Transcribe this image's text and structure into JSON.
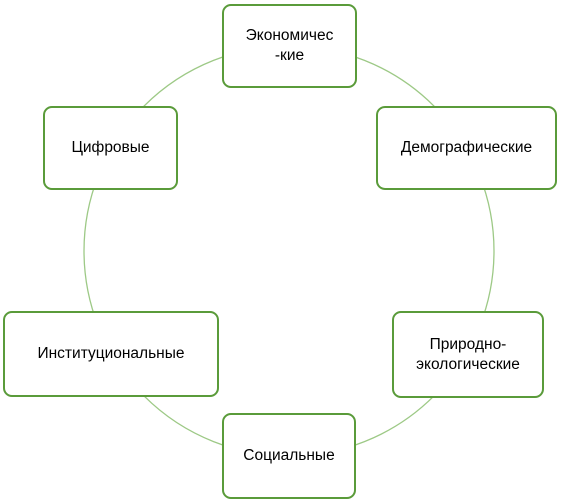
{
  "diagram": {
    "colors": {
      "ring": "#9dc986",
      "node_border": "#5a9b3a",
      "node_fill": "#ffffff",
      "text": "#000000"
    },
    "nodes": [
      {
        "id": "economic",
        "label_line1": "Экономичес",
        "label_line2": "-кие"
      },
      {
        "id": "demographic",
        "label": "Демографические"
      },
      {
        "id": "natural-ecological",
        "label_line1": "Природно-",
        "label_line2": "экологические"
      },
      {
        "id": "social",
        "label": "Социальные"
      },
      {
        "id": "institutional",
        "label": "Институциональные"
      },
      {
        "id": "digital",
        "label": "Цифровые"
      }
    ]
  }
}
